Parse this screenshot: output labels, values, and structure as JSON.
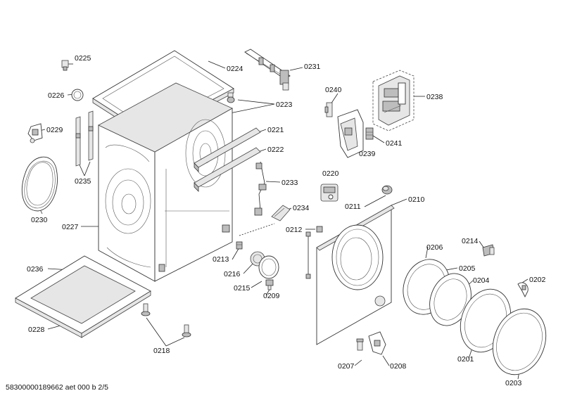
{
  "labels": {
    "p0225": "0225",
    "p0224": "0224",
    "p0231": "0231",
    "p0226": "0226",
    "p0240": "0240",
    "p0238": "0238",
    "p0223": "0223",
    "p0229": "0229",
    "p0221": "0221",
    "p0241": "0241",
    "p0222": "0222",
    "p0239": "0239",
    "p0235": "0235",
    "p0220": "0220",
    "p0233": "0233",
    "p0230": "0230",
    "p0211": "0211",
    "p0210": "0210",
    "p0234": "0234",
    "p0227": "0227",
    "p0212": "0212",
    "p0214": "0214",
    "p0206": "0206",
    "p0213": "0213",
    "p0236": "0236",
    "p0216": "0216",
    "p0205": "0205",
    "p0202": "0202",
    "p0204": "0204",
    "p0215": "0215",
    "p0209": "0209",
    "p0228": "0228",
    "p0218": "0218",
    "p0201": "0201",
    "p0207": "0207",
    "p0208": "0208",
    "p0203": "0203"
  },
  "footer": "58300000189662 aet 000 b 2/5"
}
